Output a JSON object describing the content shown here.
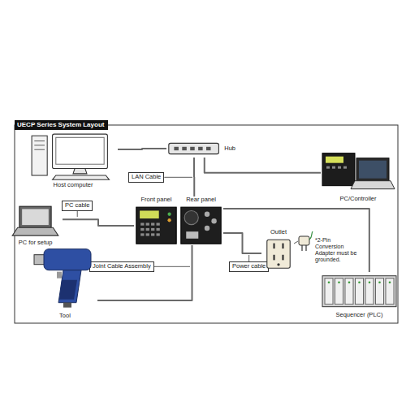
{
  "diagram": {
    "title": "UECP Series System Layout",
    "nodes": [
      {
        "text": [
          "Host computer"
        ]
      },
      {
        "text": [
          "Hub"
        ]
      },
      {
        "text": [
          "PC/Controller"
        ]
      },
      {
        "text": [
          "LAN Cable"
        ]
      },
      {
        "text": [
          "PC cable"
        ]
      },
      {
        "text": [
          "Front panel"
        ]
      },
      {
        "text": [
          "Rear panel"
        ]
      },
      {
        "text": [
          "PC for setup"
        ]
      },
      {
        "text": [
          "Power cable"
        ]
      },
      {
        "text": [
          "Outlet"
        ]
      },
      {
        "text": [
          "Joint Cable Assembly"
        ]
      },
      {
        "text": [
          "Tool"
        ]
      },
      {
        "text": [
          "Sequencer (PLC)"
        ]
      }
    ],
    "edges": [
      {
        "from": 0,
        "to": 1,
        "arrow": "none"
      },
      {
        "from": 1,
        "to": 6,
        "arrow": "none"
      },
      {
        "from": 1,
        "to": 2,
        "arrow": "none"
      },
      {
        "from": 7,
        "to": 5,
        "arrow": "none"
      },
      {
        "from": 11,
        "to": 6,
        "arrow": "none"
      },
      {
        "from": 6,
        "to": 9,
        "arrow": "none"
      },
      {
        "from": 6,
        "to": 12,
        "arrow": "none"
      }
    ],
    "labels": [
      "*2-Pin Conversion Adapter must be grounded."
    ]
  }
}
